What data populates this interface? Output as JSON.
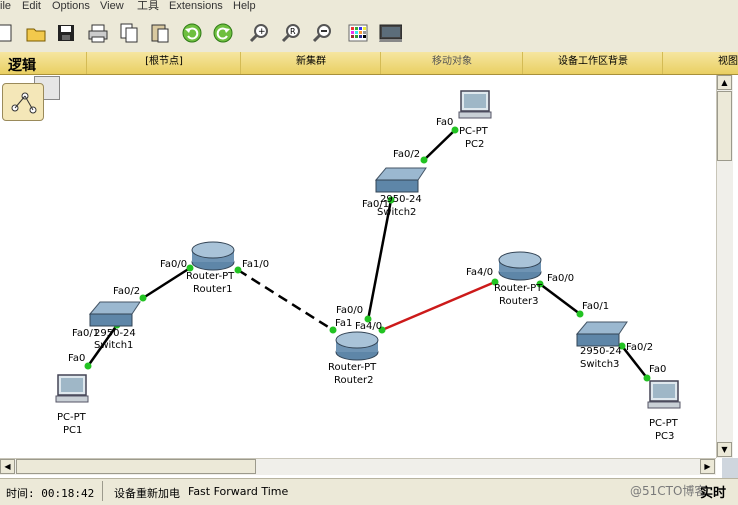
{
  "menu": [
    "ile",
    "Edit",
    "Options",
    "View",
    "工具",
    "Extensions",
    "Help"
  ],
  "toolbar_icons": [
    "new-icon",
    "open-icon",
    "save-icon",
    "print-icon",
    "copy-icon",
    "paste-icon",
    "undo-icon",
    "redo-icon",
    "zoom-in-icon",
    "zoom-reset-icon",
    "zoom-out-icon",
    "palette-icon",
    "device-dialog-icon"
  ],
  "header": {
    "logic": "逻辑",
    "root": "[根节点]",
    "new_cluster": "新集群",
    "move_object": "移动对象",
    "set_bg": "设备工作区背景",
    "viewport": "视图"
  },
  "devices": {
    "pc2": {
      "model": "PC-PT",
      "name": "PC2"
    },
    "switch2": {
      "model": "2950-24",
      "name": "Switch2"
    },
    "router1": {
      "model": "Router-PT",
      "name": "Router1"
    },
    "router2": {
      "model": "Router-PT",
      "name": "Router2"
    },
    "router3": {
      "model": "Router-PT",
      "name": "Router3"
    },
    "switch1": {
      "model": "2950-24",
      "name": "Switch1"
    },
    "switch3": {
      "model": "2950-24",
      "name": "Switch3"
    },
    "pc1": {
      "model": "PC-PT",
      "name": "PC1"
    },
    "pc3": {
      "model": "PC-PT",
      "name": "PC3"
    }
  },
  "ports": {
    "pc2_fa0": "Fa0",
    "sw2_fa02": "Fa0/2",
    "sw2_fa01": "Fa0/1",
    "r2_fa00": "Fa0/0",
    "r2_fa1": "Fa1",
    "r2_fa40": "Fa4/0",
    "r1_fa00": "Fa0/0",
    "r1_fa10": "Fa1/0",
    "sw1_fa02": "Fa0/2",
    "sw1_fa01": "Fa0/1",
    "pc1_fa0": "Fa0",
    "r3_fa40": "Fa4/0",
    "r3_fa00": "Fa0/0",
    "sw3_fa01": "Fa0/1",
    "sw3_fa02": "Fa0/2",
    "pc3_fa0": "Fa0"
  },
  "link_colors": {
    "ok": "#000000",
    "serial_dash": "#000000",
    "red": "#cc1a1a",
    "port_dot": "#22c322"
  },
  "status": {
    "time": "时间: 00:18:42",
    "power_cycle": "设备重新加电",
    "fast_forward": "Fast Forward Time",
    "watermark": "@51CTO博客",
    "mode": "实时"
  }
}
